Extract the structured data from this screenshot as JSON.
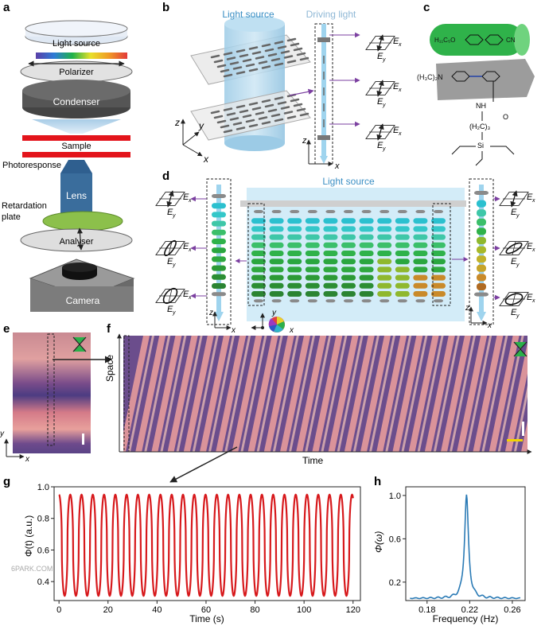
{
  "panel_labels": {
    "a": "a",
    "b": "b",
    "c": "c",
    "d": "d",
    "e": "e",
    "f": "f",
    "g": "g",
    "h": "h"
  },
  "panel_a": {
    "light_source": "Light source",
    "polarizer": "Polarizer",
    "condenser": "Condenser",
    "sample": "Sample",
    "photoresponse": "Photoresponse",
    "lens": "Lens",
    "retardation_plate": [
      "Retardation",
      "plate"
    ],
    "analyser": "Analyser",
    "camera": "Camera"
  },
  "panel_b": {
    "light_source": "Light source",
    "driving_light": "Driving light",
    "ex": "E",
    "ex_sub": "x",
    "ey": "E",
    "ey_sub": "y",
    "axis_z": "z",
    "axis_y": "y",
    "axis_x": "x"
  },
  "panel_c": {
    "top_group": "H₁₁C₅O",
    "cn": "CN",
    "amine": "(H₃C)₂N",
    "nh": "NH",
    "o": "O",
    "ch2": "(H₂C)₃",
    "si": "Si"
  },
  "panel_d": {
    "light_source": "Light source"
  },
  "panel_f": {
    "xlabel": "Time",
    "ylabel": "Space"
  },
  "panel_g": {
    "ylabel": "Φ(t) (a.u.)",
    "xlabel": "Time (s)",
    "yticks": [
      "0.4",
      "0.6",
      "0.8",
      "1.0"
    ],
    "xticks": [
      "0",
      "20",
      "40",
      "60",
      "80",
      "100",
      "120"
    ]
  },
  "panel_h": {
    "ylabel": "Φ(ω)",
    "xlabel": "Frequency (Hz)",
    "yticks": [
      "0.2",
      "0.6",
      "1.0"
    ],
    "xticks": [
      "0.18",
      "0.22",
      "0.26"
    ]
  },
  "watermark": "6PARK.COM",
  "colors": {
    "red": "#d7191c",
    "blue": "#2a7ab5",
    "green": "#3aa63a",
    "cyan": "#3cc8d0",
    "lightblue": "#b7dcef",
    "violet": "#7b3fa0"
  },
  "chart_data": [
    {
      "type": "line",
      "title": "",
      "xlabel": "Time (s)",
      "ylabel": "Φ(t) (a.u.)",
      "xlim": [
        -2,
        123
      ],
      "ylim": [
        0.28,
        1.0
      ],
      "xticks": [
        0,
        20,
        40,
        60,
        80,
        100,
        120
      ],
      "yticks": [
        0.4,
        0.6,
        0.8,
        1.0
      ],
      "period_s": 4.6,
      "max": 0.95,
      "min": 0.31,
      "x_range": [
        0,
        120
      ],
      "grid": false
    },
    {
      "type": "line",
      "title": "",
      "xlabel": "Frequency (Hz)",
      "ylabel": "Φ(ω)",
      "xlim": [
        0.16,
        0.272
      ],
      "ylim": [
        0.03,
        1.08
      ],
      "xticks": [
        0.18,
        0.22,
        0.26
      ],
      "yticks": [
        0.2,
        0.6,
        1.0
      ],
      "peak_frequency": 0.217,
      "peak_value": 1.0,
      "baseline": 0.05,
      "grid": false
    }
  ]
}
